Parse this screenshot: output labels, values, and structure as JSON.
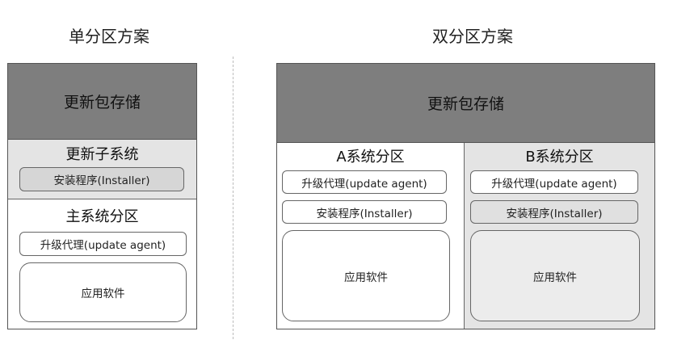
{
  "headings": {
    "single": "单分区方案",
    "dual": "双分区方案"
  },
  "single": {
    "storage": "更新包存储",
    "update_subsystem": {
      "title": "更新子系统",
      "installer": "安装程序(Installer)"
    },
    "main_partition": {
      "title": "主系统分区",
      "agent": "升级代理(update agent)",
      "app": "应用软件"
    }
  },
  "dual": {
    "storage": "更新包存储",
    "partition_a": {
      "title": "A系统分区",
      "agent": "升级代理(update agent)",
      "installer": "安装程序(Installer)",
      "app": "应用软件"
    },
    "partition_b": {
      "title": "B系统分区",
      "agent": "升级代理(update agent)",
      "installer": "安装程序(Installer)",
      "app": "应用软件"
    }
  },
  "colors": {
    "storage_fill": "#7e7e7e",
    "subsystem_fill": "#e4e4e4",
    "border": "#555555"
  }
}
